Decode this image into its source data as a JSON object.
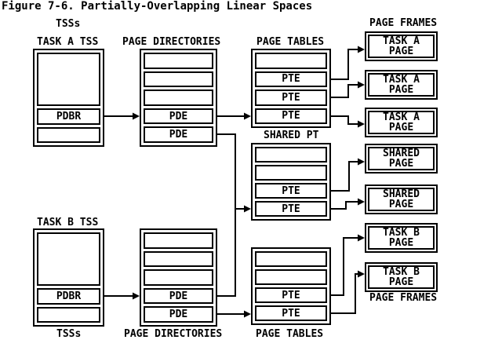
{
  "figure": {
    "title": "Figure 7-6. Partially-Overlapping Linear Spaces"
  },
  "labels": {
    "tsss_top": "TSSs",
    "tsss_bottom": "TSSs",
    "task_a_tss": "TASK A TSS",
    "task_b_tss": "TASK B TSS",
    "page_directories_top": "PAGE DIRECTORIES",
    "page_directories_bottom": "PAGE DIRECTORIES",
    "page_tables_top": "PAGE TABLES",
    "page_tables_bottom": "PAGE TABLES",
    "shared_pt": "SHARED PT",
    "page_frames_top": "PAGE FRAMES",
    "page_frames_bottom": "PAGE FRAMES"
  },
  "tss": {
    "task_a": {
      "rows": [
        "",
        "PDBR",
        ""
      ]
    },
    "task_b": {
      "rows": [
        "",
        "PDBR",
        ""
      ]
    }
  },
  "page_directories": {
    "top": {
      "rows": [
        "",
        "",
        "",
        "PDE",
        "PDE"
      ]
    },
    "bottom": {
      "rows": [
        "",
        "",
        "",
        "PDE",
        "PDE"
      ]
    }
  },
  "page_tables": {
    "task_a": {
      "rows": [
        "",
        "PTE",
        "PTE",
        "PTE"
      ]
    },
    "shared": {
      "rows": [
        "",
        "",
        "PTE",
        "PTE"
      ]
    },
    "task_b": {
      "rows": [
        "",
        "",
        "PTE",
        "PTE"
      ]
    }
  },
  "page_frames": [
    {
      "line1": "TASK A",
      "line2": "PAGE"
    },
    {
      "line1": "TASK A",
      "line2": "PAGE"
    },
    {
      "line1": "TASK A",
      "line2": "PAGE"
    },
    {
      "line1": "SHARED",
      "line2": "PAGE"
    },
    {
      "line1": "SHARED",
      "line2": "PAGE"
    },
    {
      "line1": "TASK B",
      "line2": "PAGE"
    },
    {
      "line1": "TASK B",
      "line2": "PAGE"
    }
  ],
  "colors": {
    "ink": "#000000",
    "paper": "#ffffff"
  }
}
